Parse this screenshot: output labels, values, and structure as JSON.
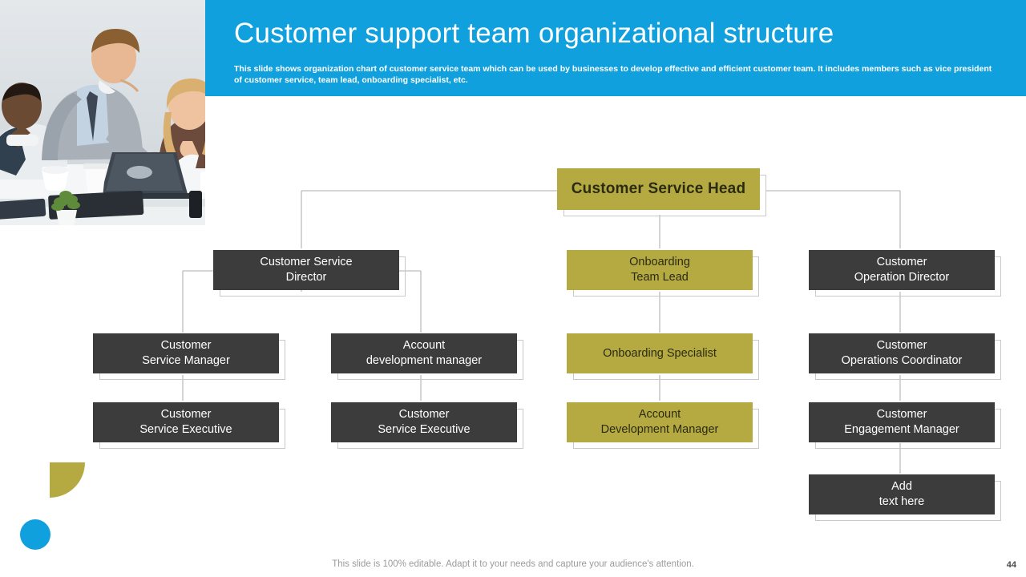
{
  "header": {
    "title": "Customer support team organizational structure",
    "subtitle": "This slide shows organization chart of customer service team which can be used by businesses to develop effective and efficient customer team. It includes members such as vice president of customer service, team lead, onboarding specialist, etc.",
    "band_color": "#10a0de"
  },
  "photo": {
    "alt": "business-team-meeting-photo"
  },
  "colors": {
    "accent_blue": "#10a0de",
    "olive": "#b5aa42",
    "dark": "#3c3c3c",
    "frame": "#c9c9c9",
    "connector": "#bdbdbd"
  },
  "org_chart": {
    "head": {
      "label": "Customer Service Head",
      "style": "olive"
    },
    "branches": [
      {
        "name": "customer-service-director",
        "root": {
          "label": "Customer Service\nDirector",
          "style": "dark"
        },
        "children": [
          {
            "label": "Customer\nService Manager",
            "style": "dark",
            "child": {
              "label": "Customer\nService Executive",
              "style": "dark"
            }
          },
          {
            "label": "Account\ndevelopment manager",
            "style": "dark",
            "child": {
              "label": "Customer\nService Executive",
              "style": "dark"
            }
          }
        ]
      },
      {
        "name": "onboarding-team-lead",
        "root": {
          "label": "Onboarding\nTeam Lead",
          "style": "olive"
        },
        "chain": [
          {
            "label": "Onboarding Specialist",
            "style": "olive"
          },
          {
            "label": "Account\nDevelopment Manager",
            "style": "olive"
          }
        ]
      },
      {
        "name": "customer-operation-director",
        "root": {
          "label": "Customer\nOperation Director",
          "style": "dark"
        },
        "chain": [
          {
            "label": "Customer\nOperations Coordinator",
            "style": "dark"
          },
          {
            "label": "Customer\nEngagement Manager",
            "style": "dark"
          },
          {
            "label": "Add\ntext here",
            "style": "dark"
          }
        ]
      }
    ]
  },
  "footer": {
    "note": "This slide is 100% editable. Adapt it to your needs and capture your audience's attention.",
    "page_number": "44"
  }
}
